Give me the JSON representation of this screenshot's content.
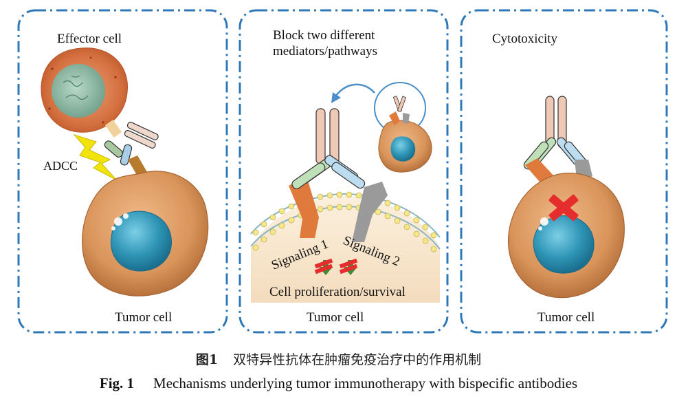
{
  "panels": {
    "p1": {
      "title": "Effector cell",
      "adcc": "ADCC",
      "tumor": "Tumor cell"
    },
    "p2": {
      "title_line1": "Block two different",
      "title_line2": "mediators/pathways",
      "signal1": "Signaling 1",
      "signal2": "Signaling 2",
      "outcome": "Cell proliferation/survival",
      "tumor": "Tumor cell"
    },
    "p3": {
      "title": "Cytotoxicity",
      "tumor": "Tumor cell"
    }
  },
  "caption": {
    "cn_label": "图1",
    "cn_text": "双特异性抗体在肿瘤免疫治疗中的作用机制",
    "en_label": "Fig. 1",
    "en_text": "Mechanisms underlying tumor immunotherapy with bispecific antibodies"
  },
  "colors": {
    "frame": "#2f78b8",
    "tumor_body": "#d99a62",
    "nucleus": "#3a9ab8",
    "effector": "#d06a3a",
    "lightning": "#f2e40a",
    "block_x": "#e52d2d"
  }
}
